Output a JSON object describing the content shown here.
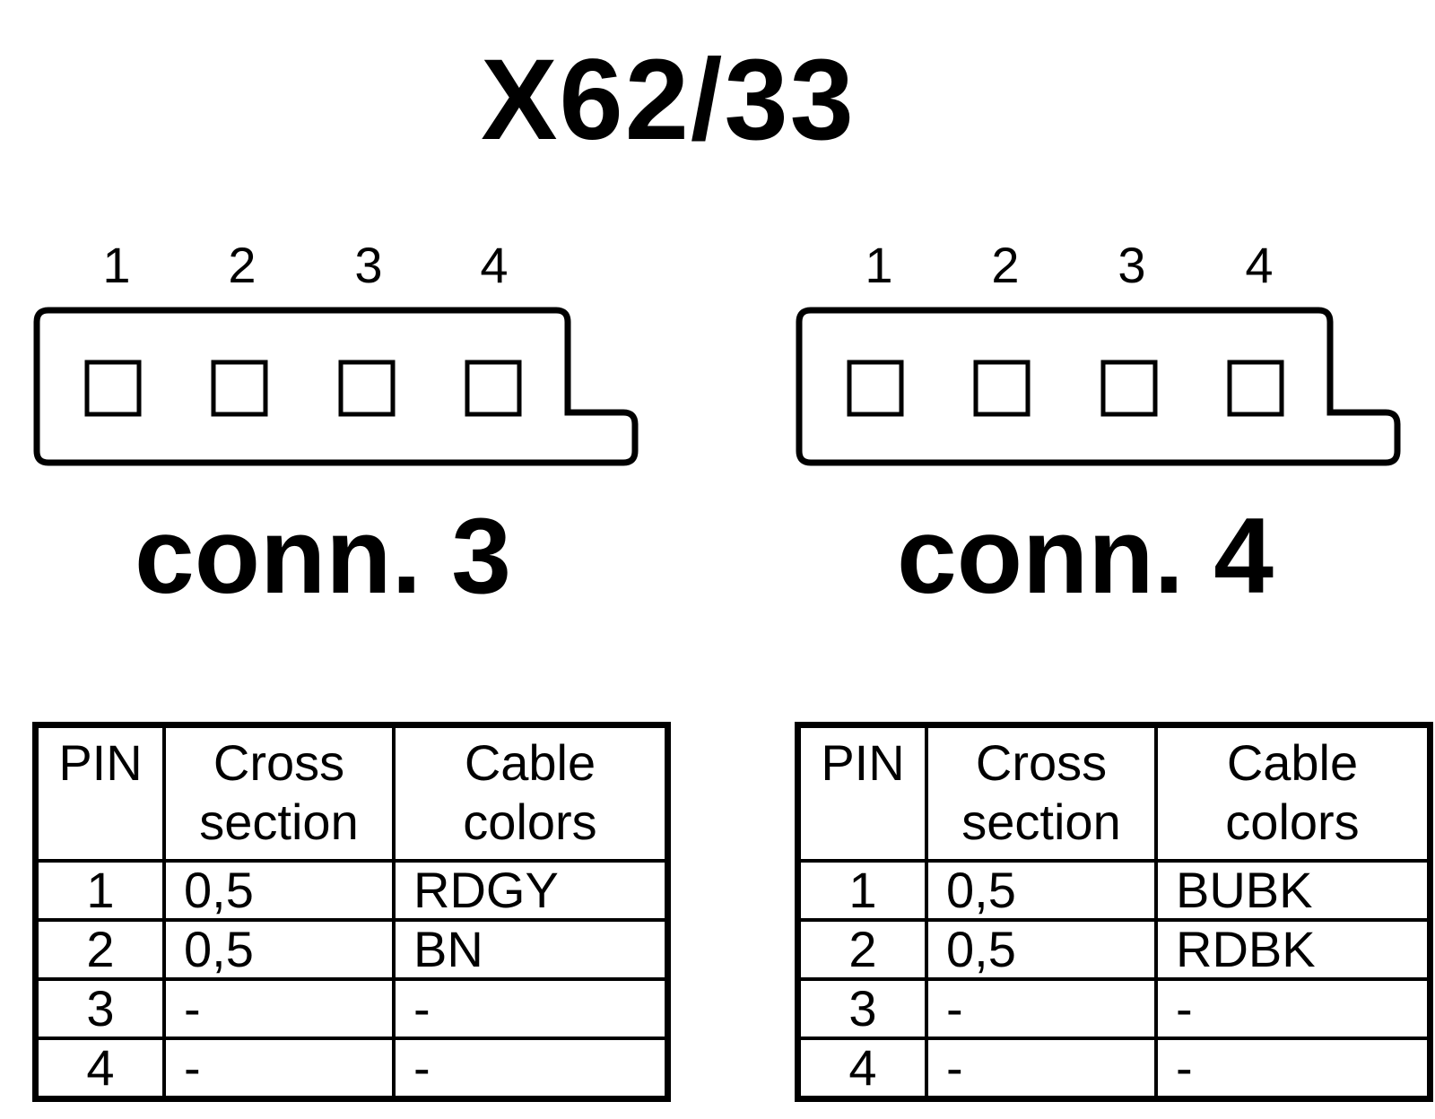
{
  "title": "X62/33",
  "connectors": [
    {
      "label": "conn. 3",
      "pin_numbers": [
        "1",
        "2",
        "3",
        "4"
      ],
      "table": {
        "headers": [
          "PIN",
          "Cross section",
          "Cable colors"
        ],
        "rows": [
          [
            "1",
            "0,5",
            "RDGY"
          ],
          [
            "2",
            "0,5",
            "BN"
          ],
          [
            "3",
            "-",
            "-"
          ],
          [
            "4",
            "-",
            "-"
          ]
        ]
      }
    },
    {
      "label": "conn. 4",
      "pin_numbers": [
        "1",
        "2",
        "3",
        "4"
      ],
      "table": {
        "headers": [
          "PIN",
          "Cross section",
          "Cable colors"
        ],
        "rows": [
          [
            "1",
            "0,5",
            "BUBK"
          ],
          [
            "2",
            "0,5",
            "RDBK"
          ],
          [
            "3",
            "-",
            "-"
          ],
          [
            "4",
            "-",
            "-"
          ]
        ]
      }
    }
  ]
}
